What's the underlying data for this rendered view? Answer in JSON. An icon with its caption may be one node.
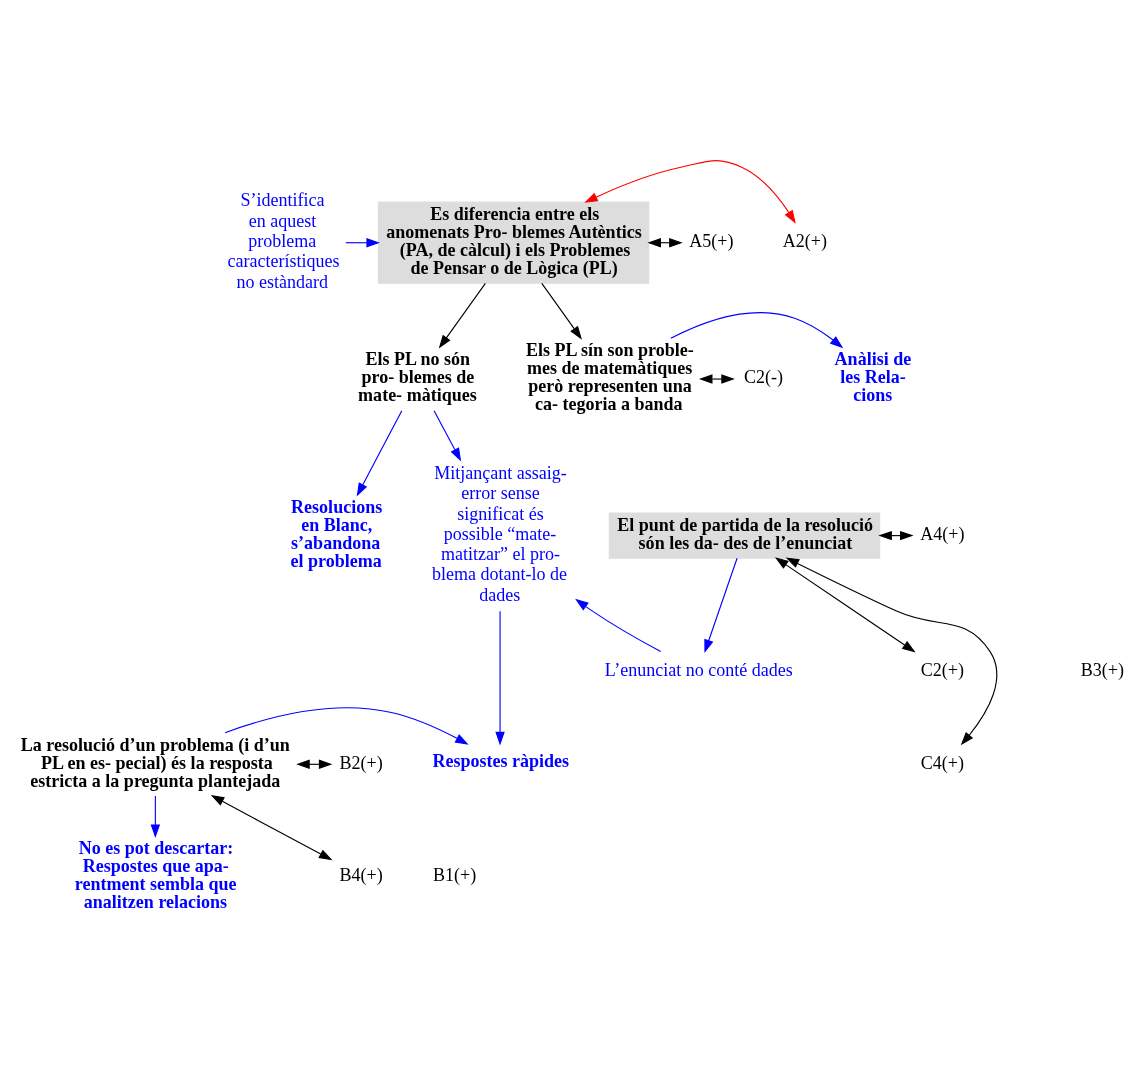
{
  "diagram": {
    "nodes": [
      {
        "text": [
          "S’identifica en aquest problema característiques no estàndard"
        ]
      },
      {
        "text": [
          "Es diferencia entre els anomenats Pro- blemes Autèntics (PA, de càlcul) i els Problemes de Pensar o de Lògica (PL)"
        ]
      },
      {
        "text": [
          "A2(+)"
        ]
      },
      {
        "text": [
          "A5(+)"
        ]
      },
      {
        "text": [
          "Anàlisi de les Rela- cions"
        ]
      },
      {
        "text": [
          "Els PL no són pro- blemes de mate- màtiques"
        ]
      },
      {
        "text": [
          "Els PL sín son proble- mes de matemàtiques però representen una ca- tegoria a banda"
        ]
      },
      {
        "text": [
          "C2(-)"
        ]
      },
      {
        "text": [
          "Resolucions en Blanc, s’abandona el problema"
        ]
      },
      {
        "text": [
          "Mitjançant assaig- error sense significat és possible “mate- matitzar” el pro- blema dotant-lo de dades"
        ]
      },
      {
        "text": [
          "El punt de partida de la resolució són les da- des de l’enunciat"
        ]
      },
      {
        "text": [
          "A4(+)"
        ]
      },
      {
        "text": [
          "C2(+)"
        ]
      },
      {
        "text": [
          "C4(+)"
        ]
      },
      {
        "text": [
          "L’enunciat no conté dades"
        ]
      },
      {
        "text": [
          "Respostes ràpides"
        ]
      },
      {
        "text": [
          "La resolució d’un problema (i d’un PL en es- pecial) és la resposta estricta a la pregunta plantejada"
        ]
      },
      {
        "text": [
          "B2(+)"
        ]
      },
      {
        "text": [
          "B4(+)"
        ]
      },
      {
        "text": [
          "No es pot descartar:",
          "Respostes que apa- rentment sembla que analitzen relacions"
        ]
      }
    ],
    "edges": [
      {
        "from": 0,
        "to": 1,
        "arrow": "to"
      },
      {
        "from": 1,
        "to": 2,
        "arrow": "both",
        "color": "#ff0000"
      },
      {
        "from": 1,
        "to": 3,
        "arrow": "both",
        "color": "#000000"
      },
      {
        "from": 1,
        "to": 5,
        "arrow": "to",
        "color": "#000000"
      },
      {
        "from": 1,
        "to": 6,
        "arrow": "to",
        "color": "#000000"
      },
      {
        "from": 6,
        "to": 4,
        "arrow": "to"
      },
      {
        "from": 6,
        "to": 7,
        "arrow": "both",
        "color": "#000000"
      },
      {
        "from": 5,
        "to": 8,
        "arrow": "to"
      },
      {
        "from": 5,
        "to": 9,
        "arrow": "to"
      },
      {
        "from": 10,
        "to": 11,
        "arrow": "both",
        "color": "#000000"
      },
      {
        "from": 10,
        "to": 12,
        "arrow": "both",
        "color": "#000000"
      },
      {
        "from": 10,
        "to": 13,
        "arrow": "both",
        "color": "#000000"
      },
      {
        "from": 10,
        "to": 14,
        "arrow": "to"
      },
      {
        "from": 14,
        "to": 9,
        "arrow": "to"
      },
      {
        "from": 9,
        "to": 15,
        "arrow": "to"
      },
      {
        "from": 16,
        "to": 15,
        "arrow": "to"
      },
      {
        "from": 16,
        "to": 17,
        "arrow": "both",
        "color": "#000000"
      },
      {
        "from": 16,
        "to": 18,
        "arrow": "both",
        "color": "#000000"
      },
      {
        "from": 16,
        "to": 19,
        "arrow": "to"
      }
    ],
    "labels": [
      "B3(+)",
      "B1(+)"
    ]
  }
}
